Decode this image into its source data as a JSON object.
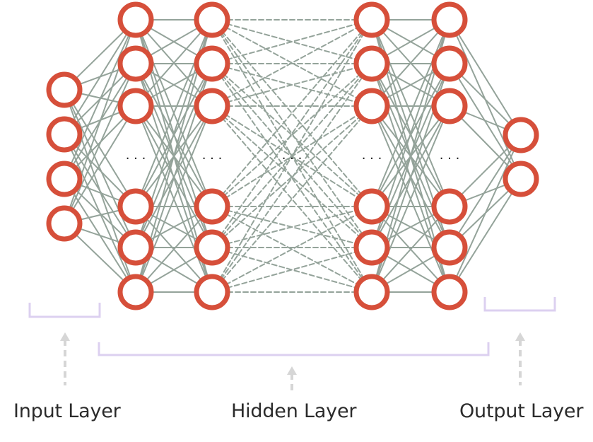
{
  "labels": {
    "input": "Input Layer",
    "hidden": "Hidden Layer",
    "output": "Output Layer"
  },
  "network": {
    "input_neurons": 4,
    "hidden_layers": 4,
    "hidden_neurons_shown_per_layer": 6,
    "output_neurons": 2,
    "ellipsis": ". . ."
  },
  "colors": {
    "neuron_stroke": "#d64f3a",
    "connection": "#94a39a",
    "bracket": "#dcd0f0",
    "arrow": "#d6d6d6",
    "text": "#2b2b2b"
  }
}
